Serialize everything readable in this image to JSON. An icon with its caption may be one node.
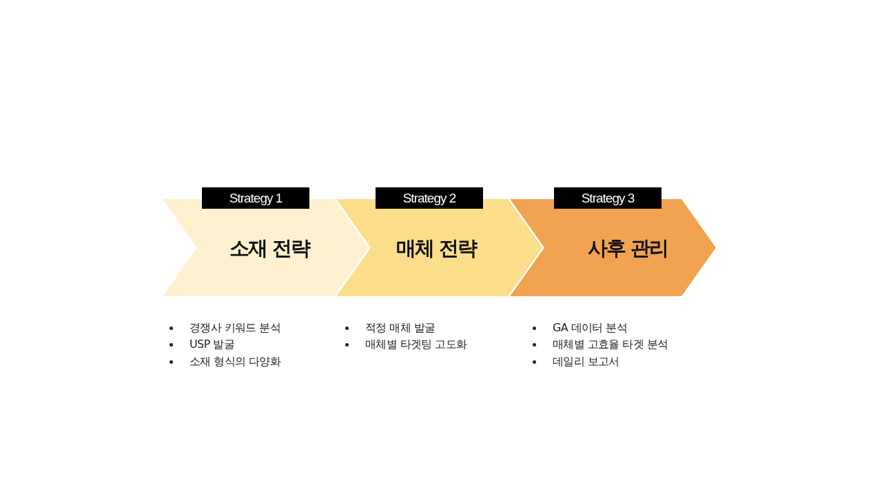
{
  "diagram": {
    "nodes": [
      {
        "text": [
          "Strategy 1"
        ]
      },
      {
        "text": [
          "소재 전략"
        ],
        "beside": [
          "경쟁사 키워드 분석",
          "USP 발굴",
          "소재 형식의 다양화"
        ]
      },
      {
        "text": [
          "Strategy 2"
        ]
      },
      {
        "text": [
          "매체 전략"
        ],
        "beside": [
          "적정 매체 발굴",
          "매체별 타겟팅 고도화"
        ]
      },
      {
        "text": [
          "Strategy 3"
        ]
      },
      {
        "text": [
          "사후 관리"
        ],
        "beside": [
          "GA 데이터 분석",
          "매체별 고효율 타겟 분석",
          "데일리 보고서"
        ]
      }
    ]
  }
}
